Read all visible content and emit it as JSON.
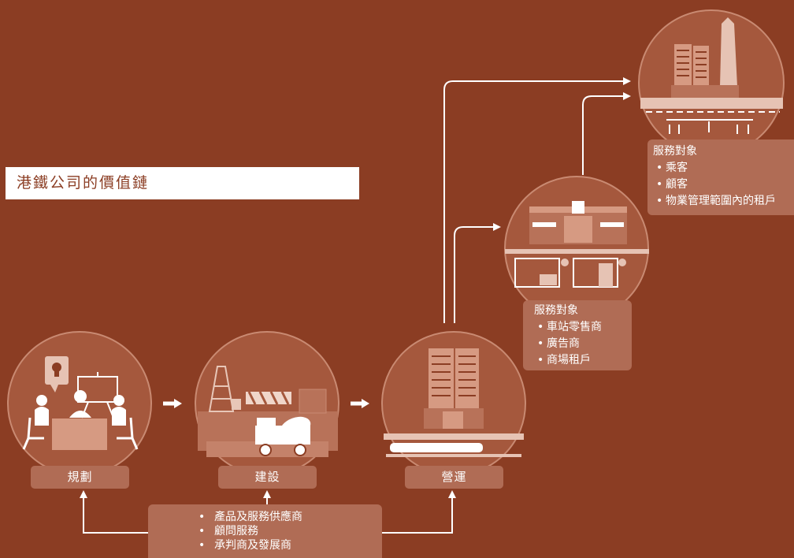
{
  "title": "港鐵公司的價值鏈",
  "stages": [
    {
      "label": "規劃",
      "icon": "planning-meeting-icon"
    },
    {
      "label": "建設",
      "icon": "construction-site-icon"
    },
    {
      "label": "營運",
      "icon": "railway-operation-icon"
    }
  ],
  "suppliers": {
    "items": [
      "產品及服務供應商",
      "顧問服務",
      "承判商及發展商"
    ]
  },
  "station_retail": {
    "heading": "服務對象",
    "items": [
      "車站零售商",
      "廣告商",
      "商場租戶"
    ]
  },
  "property": {
    "heading": "服務對象",
    "items": [
      "乘客",
      "顧客",
      "物業管理範圍內的租戶"
    ]
  },
  "colors": {
    "background": "#8b3d23",
    "panel": "#b06c55",
    "circle_fill": "#a5583d",
    "line": "#ffffff",
    "title_text": "#8b3d23"
  }
}
